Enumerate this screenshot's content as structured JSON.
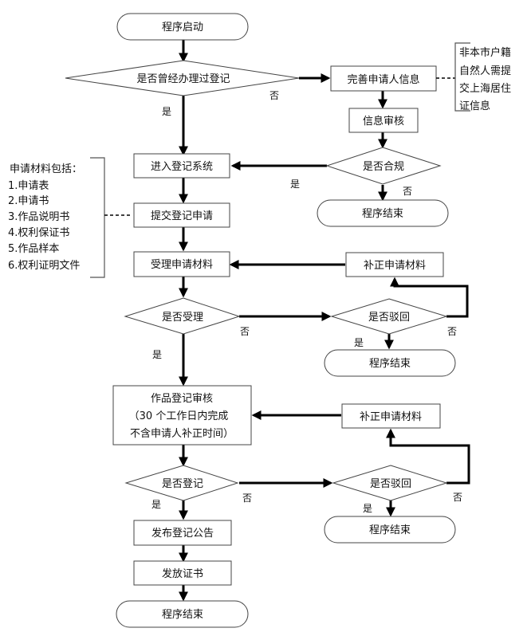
{
  "diagram": {
    "nodes": {
      "start": "程序启动",
      "q_registered_before": "是否曾经办理过登记",
      "complete_info": "完善申请人信息",
      "info_review": "信息审核",
      "q_compliant": "是否合规",
      "end_1": "程序结束",
      "enter_system": "进入登记系统",
      "submit_application": "提交登记申请",
      "accept_materials": "受理申请材料",
      "q_accept": "是否受理",
      "q_reject_1": "是否驳回",
      "supplement_1": "补正申请材料",
      "end_2": "程序结束",
      "work_review_line1": "作品登记审核",
      "work_review_line2": "（30 个工作日内完成",
      "work_review_line3": "不含申请人补正时间）",
      "supplement_2": "补正申请材料",
      "q_register": "是否登记",
      "q_reject_2": "是否驳回",
      "end_3": "程序结束",
      "publish_notice": "发布登记公告",
      "issue_certificate": "发放证书",
      "end_final": "程序结束"
    },
    "edge_labels": {
      "yes": "是",
      "no": "否"
    },
    "notes": {
      "non_local": [
        "非本市户籍",
        "自然人需提",
        "交上海居住",
        "证信息"
      ],
      "materials": [
        "申请材料包括：",
        "1.申请表",
        "2.申请书",
        "3.作品说明书",
        "4.权利保证书",
        "5.作品样本",
        "6.权利证明文件"
      ]
    }
  }
}
